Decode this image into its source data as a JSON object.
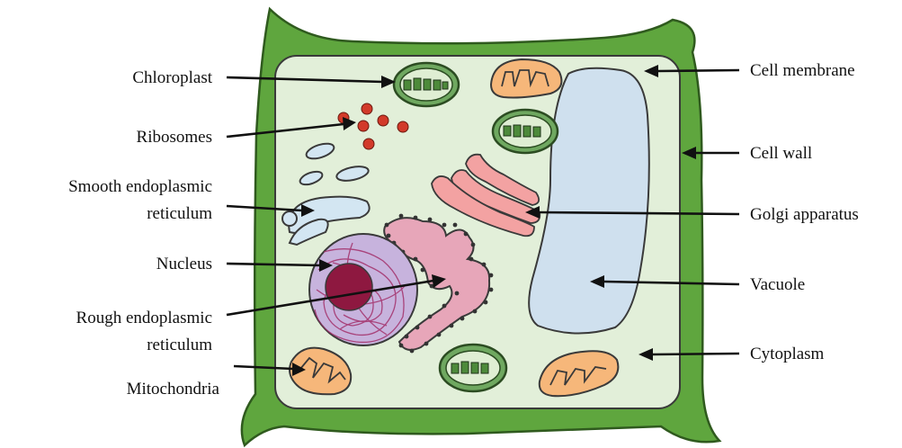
{
  "labels": {
    "chloroplast": "Chloroplast",
    "ribosomes": "Ribosomes",
    "smooth_er_line1": "Smooth endoplasmic",
    "smooth_er_line2": "reticulum",
    "nucleus": "Nucleus",
    "rough_er_line1": "Rough endoplasmic",
    "rough_er_line2": "reticulum",
    "mitochondria": "Mitochondria",
    "cell_membrane": "Cell membrane",
    "cell_wall": "Cell wall",
    "golgi": "Golgi apparatus",
    "vacuole": "Vacuole",
    "cytoplasm": "Cytoplasm"
  },
  "colors": {
    "cell_wall": "#5fa63e",
    "cytoplasm": "#e2efd9",
    "vacuole": "#cfe0ee",
    "nucleus": "#c7b3dd",
    "nucleolus": "#8e1840",
    "chloroplast": "#6fa860",
    "mitochondria": "#f6b77a",
    "golgi": "#f3a2a2",
    "rough_er": "#e7a6b9",
    "smooth_er": "#d3e6f2",
    "ribosome": "#d23a2a"
  }
}
